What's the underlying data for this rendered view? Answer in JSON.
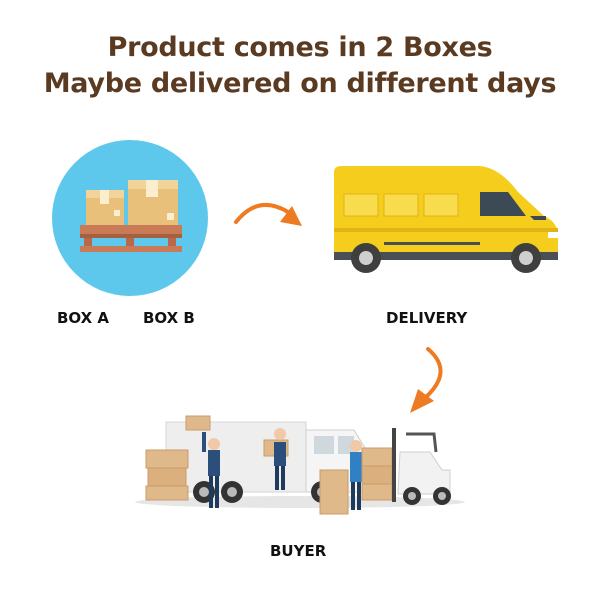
{
  "title": {
    "line1": "Product comes in 2 Boxes",
    "line2": "Maybe delivered on different days"
  },
  "labels": {
    "box_a": "BOX A",
    "box_b": "BOX B",
    "delivery": "DELIVERY",
    "buyer": "BUYER"
  },
  "colors": {
    "title": "#5b3a22",
    "circle": "#5ec8ec",
    "arrow": "#ee7b22",
    "van_body": "#f5cd1c",
    "box_tan": "#e8c07a",
    "pallet": "#c97a56"
  }
}
